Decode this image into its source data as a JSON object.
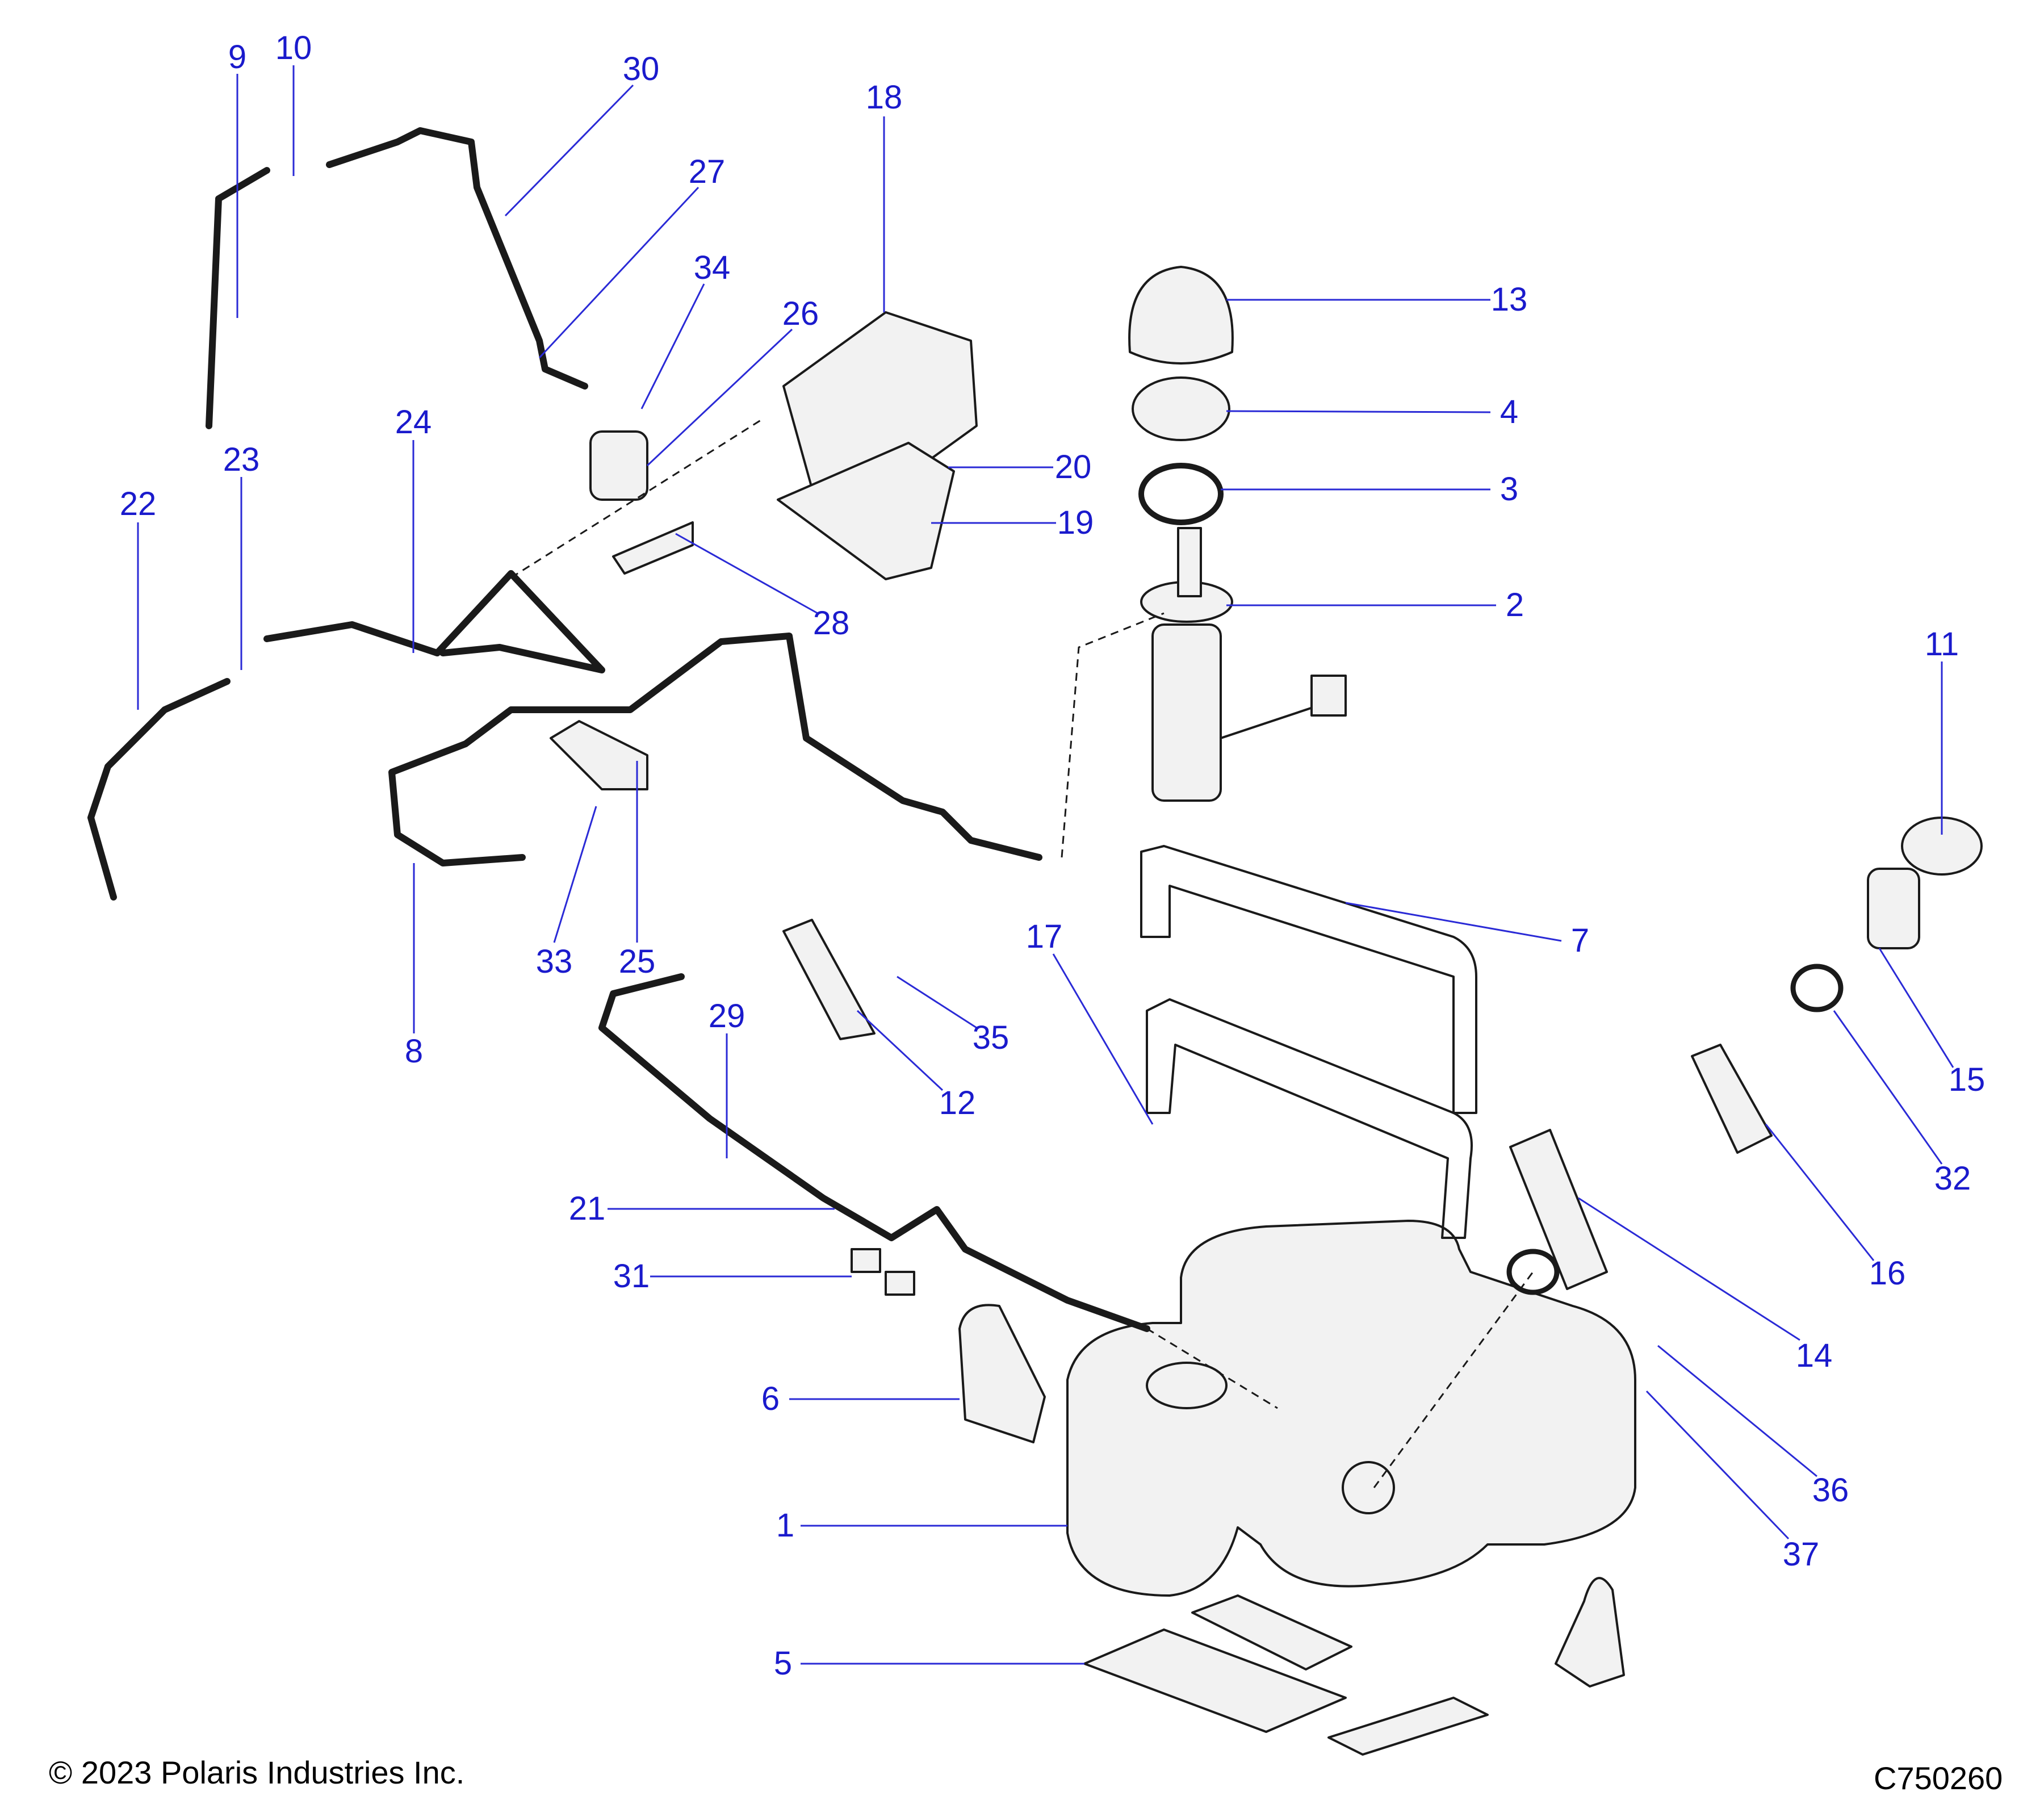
{
  "colors": {
    "callout": "#1a1acc",
    "leader": "#2a2ad6",
    "outline": "#1a1a1a",
    "part_fill": "#f2f2f2"
  },
  "copyright": "© 2023 Polaris Industries Inc.",
  "figure_id": "C750260",
  "callouts": [
    {
      "number": "1",
      "part": "fuel-tank"
    },
    {
      "number": "2",
      "part": "fuel-pump"
    },
    {
      "number": "3",
      "part": "seal"
    },
    {
      "number": "4",
      "part": "lock-ring"
    },
    {
      "number": "5",
      "part": "tank-pads"
    },
    {
      "number": "6",
      "part": "heat-shield"
    },
    {
      "number": "7",
      "part": "tank-strap"
    },
    {
      "number": "8",
      "part": "hose"
    },
    {
      "number": "9",
      "part": "vent-hose"
    },
    {
      "number": "10",
      "part": "vent-fitting"
    },
    {
      "number": "11",
      "part": "fuel-cap"
    },
    {
      "number": "12",
      "part": "bracket"
    },
    {
      "number": "13",
      "part": "pump-cover"
    },
    {
      "number": "14",
      "part": "filler-hose"
    },
    {
      "number": "15",
      "part": "filler-neck"
    },
    {
      "number": "16",
      "part": "filler-tube"
    },
    {
      "number": "17",
      "part": "tank-strap-pad"
    },
    {
      "number": "18",
      "part": "evap-canister"
    },
    {
      "number": "19",
      "part": "canister-bracket"
    },
    {
      "number": "20",
      "part": "screw"
    },
    {
      "number": "21",
      "part": "fuel-line"
    },
    {
      "number": "22",
      "part": "vent-line"
    },
    {
      "number": "23",
      "part": "valve"
    },
    {
      "number": "24",
      "part": "vapor-line"
    },
    {
      "number": "25",
      "part": "clip-bracket"
    },
    {
      "number": "26",
      "part": "purge-valve"
    },
    {
      "number": "27",
      "part": "vent-line"
    },
    {
      "number": "28",
      "part": "hose-elbow"
    },
    {
      "number": "29",
      "part": "clip"
    },
    {
      "number": "30",
      "part": "clamp"
    },
    {
      "number": "31",
      "part": "clip"
    },
    {
      "number": "32",
      "part": "clamp"
    },
    {
      "number": "33",
      "part": "screw"
    },
    {
      "number": "34",
      "part": "screw"
    },
    {
      "number": "35",
      "part": "screw"
    },
    {
      "number": "36",
      "part": "bolt"
    },
    {
      "number": "37",
      "part": "washer"
    }
  ]
}
